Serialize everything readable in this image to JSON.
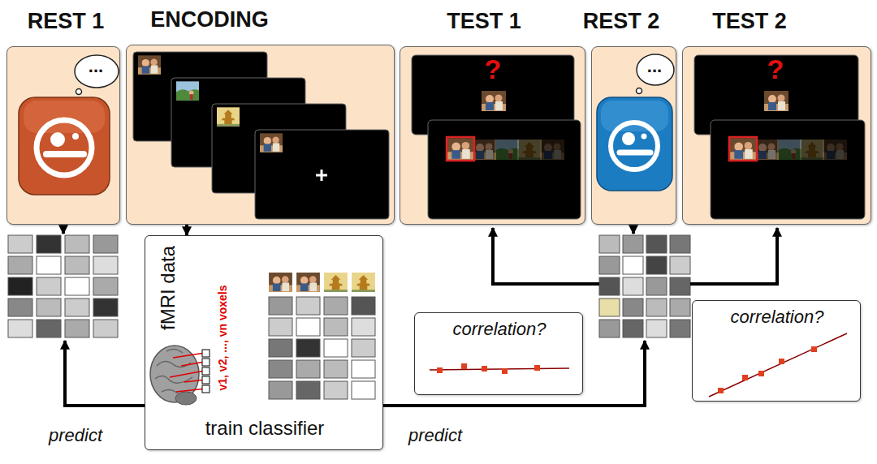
{
  "diagram": {
    "nodes": [
      {
        "text": [
          "REST 1"
        ]
      },
      {
        "text": [
          "ENCODING"
        ]
      },
      {
        "text": [
          "TEST 1"
        ]
      },
      {
        "text": [
          "REST 2"
        ]
      },
      {
        "text": [
          "TEST 2"
        ]
      },
      {
        "text": [
          "v1, v2, ..., vn voxels",
          "train classifier"
        ]
      },
      {
        "text": [
          "correlation?"
        ]
      },
      {
        "text": [
          "correlation?"
        ]
      }
    ],
    "edges": [
      {
        "from": 1,
        "to": 5,
        "arrow": "to",
        "label": "fMRI data"
      }
    ],
    "labels": [
      "...",
      "?",
      "...",
      "?",
      "predict",
      "predict"
    ]
  }
}
